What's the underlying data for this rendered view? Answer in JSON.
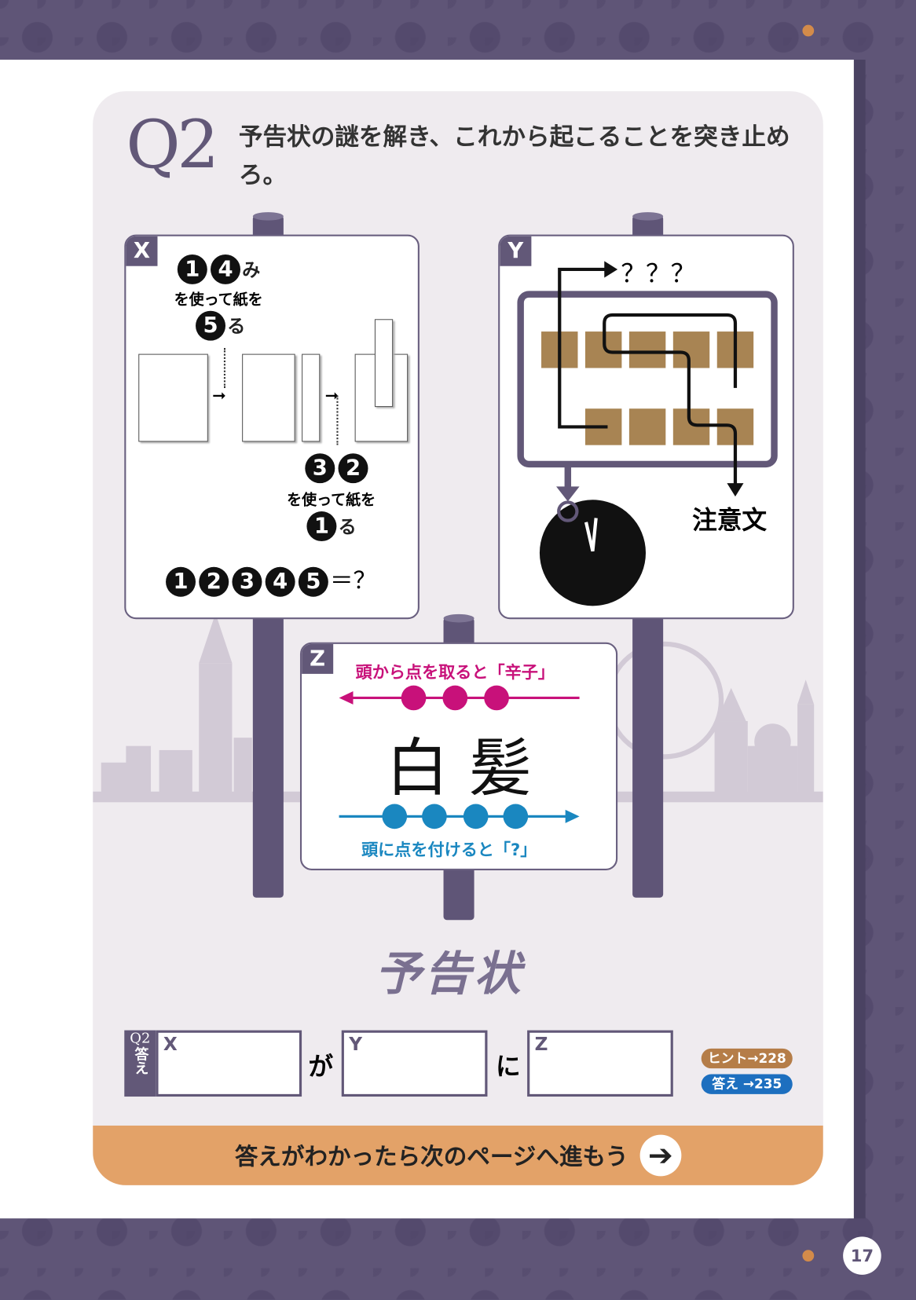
{
  "question": {
    "number": "Q2",
    "text": "予告状の謎を解き、これから起こることを突き止めろ。"
  },
  "sign_x": {
    "label": "X",
    "line1_nums": [
      "1",
      "4"
    ],
    "line1_kana": "み",
    "line2": "を使って紙を",
    "line3_num": "5",
    "line3_kana": "る",
    "line4_nums": [
      "3",
      "2"
    ],
    "line5": "を使って紙を",
    "line6_num": "1",
    "line6_kana": "る",
    "equation_nums": [
      "1",
      "2",
      "3",
      "4",
      "5"
    ],
    "equation_tail": "＝？"
  },
  "sign_y": {
    "label": "Y",
    "top_text": "？？？",
    "bottom_text": "注意文"
  },
  "sign_z": {
    "label": "Z",
    "top_caption": "頭から点を取ると「辛子」",
    "kanji": "白 髪",
    "bottom_caption": "頭に点を付けると「?」"
  },
  "title_art": "予告状",
  "answer": {
    "row_label": "Q2",
    "row_label2": "答え",
    "box_x": "X",
    "joiner1": "が",
    "box_y": "Y",
    "joiner2": "に",
    "box_z": "Z"
  },
  "hint": {
    "hint": "ヒント→228",
    "answer": "答え →235"
  },
  "footer_cta": "答えがわかったら次のページへ進もう",
  "page_number": "17",
  "colors": {
    "purple": "#5f5577",
    "orange": "#e3a268",
    "magenta": "#c8117a",
    "blue": "#1a87c0",
    "hint": "#b57d48",
    "answer": "#1d6fbf",
    "brown": "#a88453"
  }
}
